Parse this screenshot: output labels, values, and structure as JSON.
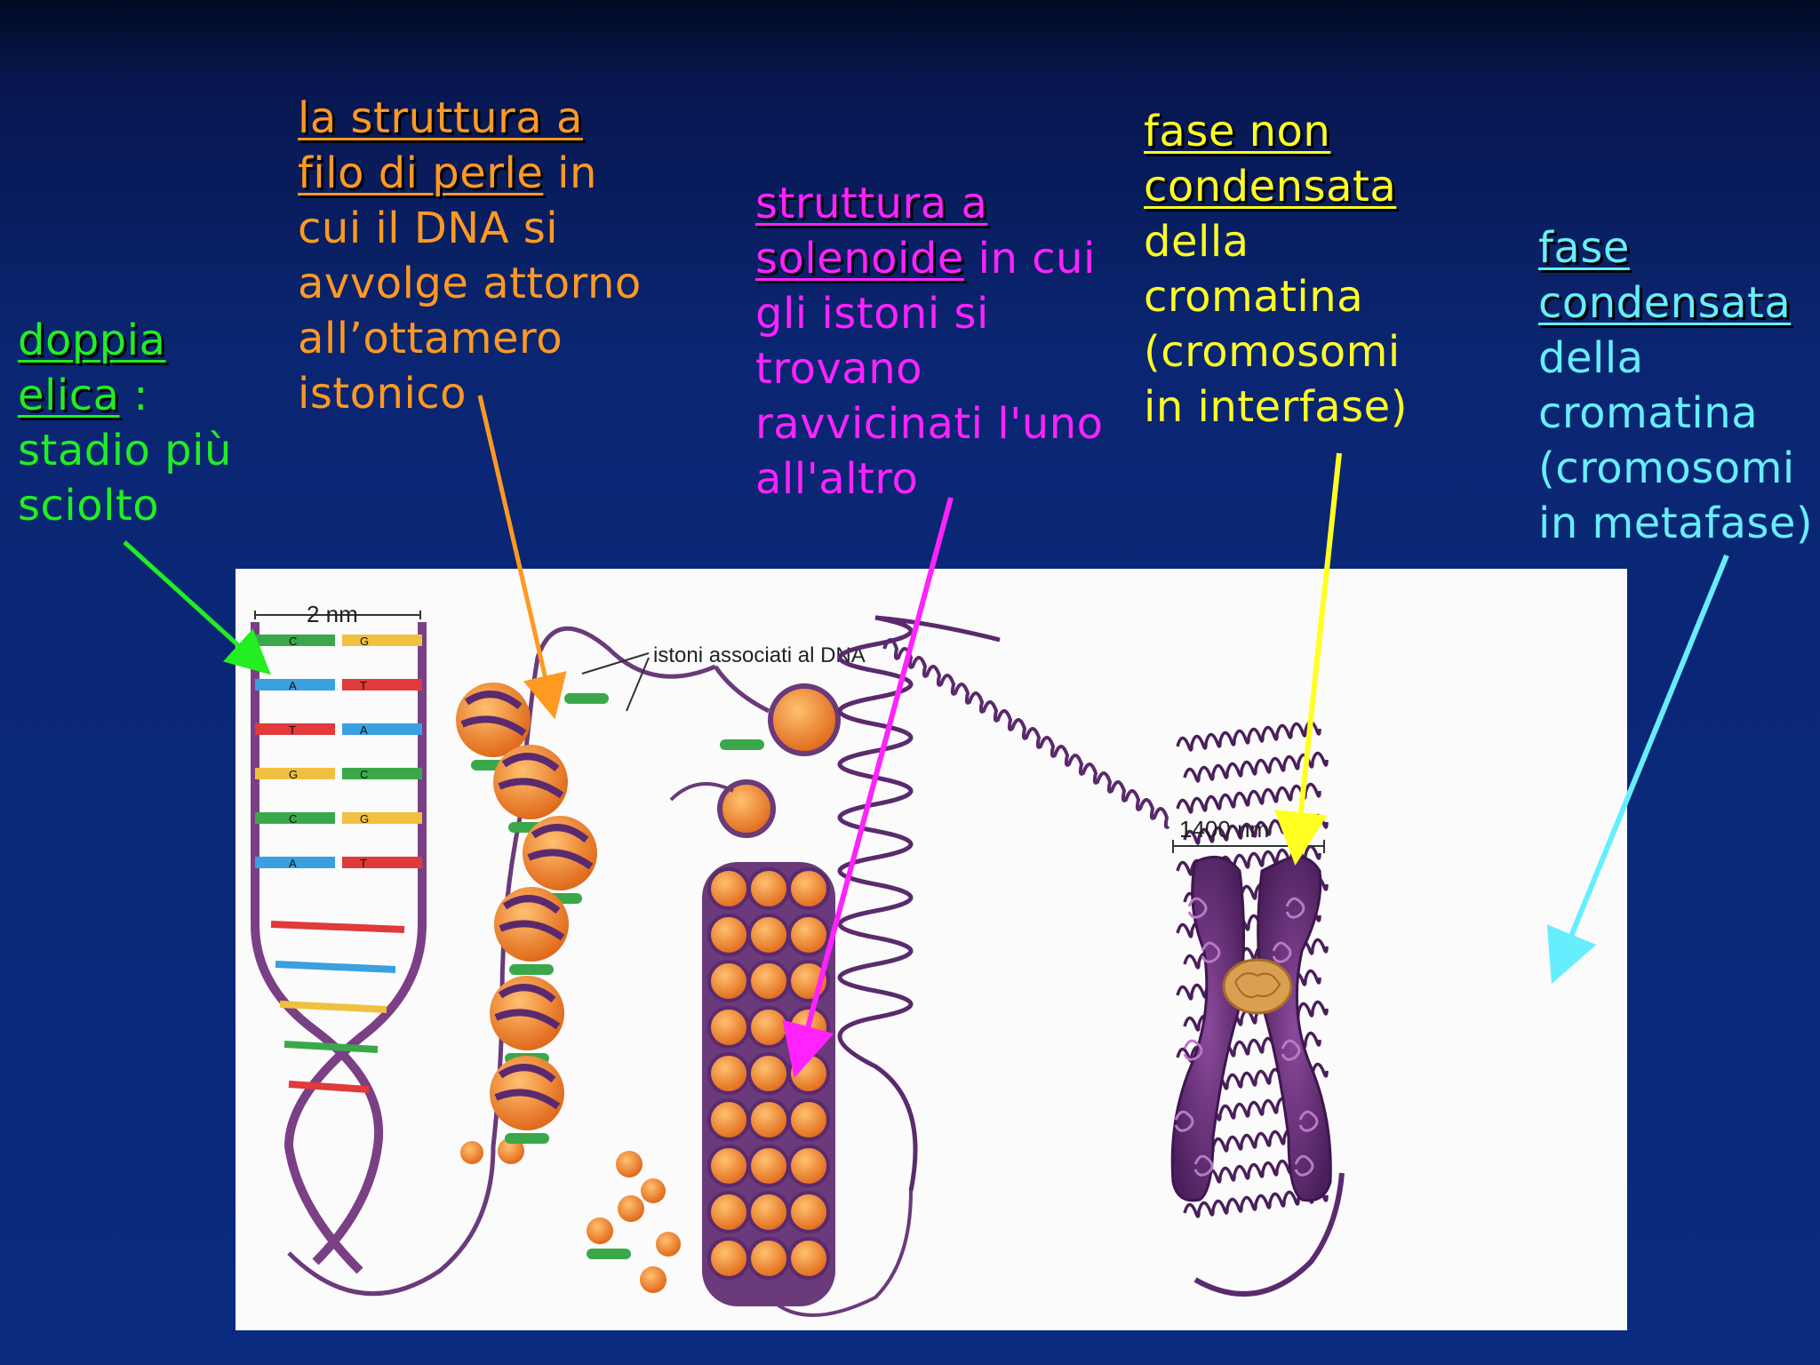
{
  "labels": {
    "double_helix": {
      "link1": "doppia",
      "link2": "elica",
      "rest1": " :",
      "rest2": "stadio più",
      "rest3": "sciolto"
    },
    "beads": {
      "link1": "la struttura a",
      "link2": "filo di perle",
      "rest1": " in",
      "rest2": "cui il DNA si",
      "rest3": "avvolge attorno",
      "rest4": "all’ottamero",
      "rest5": "istonico"
    },
    "solenoid": {
      "link1": "struttura a",
      "link2": "solenoide",
      "rest1": " in cui",
      "rest2": "gli istoni si",
      "rest3": "trovano",
      "rest4": "ravvicinati l'uno",
      "rest5": "all'altro"
    },
    "interphase": {
      "link1": "fase non",
      "link2": "condensata",
      "rest1": "della",
      "rest2": "cromatina",
      "rest3": "(cromosomi",
      "rest4": "in interfase)"
    },
    "metaphase": {
      "link1": "fase",
      "link2": "condensata",
      "rest1": "della",
      "rest2": "cromatina",
      "rest3": "(cromosomi",
      "rest4": "in metafase)"
    }
  },
  "figure": {
    "scale_2nm": "2 nm",
    "scale_1400nm": "1400 nm",
    "histone_label": "istoni associati al DNA",
    "base_pairs": [
      [
        "C",
        "G"
      ],
      [
        "A",
        "T"
      ],
      [
        "T",
        "A"
      ],
      [
        "G",
        "C"
      ],
      [
        "C",
        "G"
      ],
      [
        "A",
        "T"
      ]
    ]
  },
  "colors": {
    "green": "#22ee22",
    "orange": "#ff9922",
    "magenta": "#ff22ff",
    "yellow": "#ffff22",
    "cyan": "#66eeff",
    "chromatin": "#5b2a6e",
    "histone": "#f08a2c"
  }
}
